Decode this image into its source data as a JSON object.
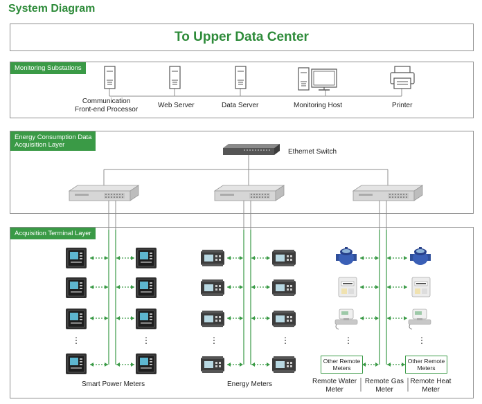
{
  "title": "System Diagram",
  "upper": {
    "label": "To Upper Data Center"
  },
  "substations": {
    "tag": "Monitoring Substations",
    "devices": [
      {
        "label": "Communication",
        "label2": "Front-end Processor"
      },
      {
        "label": "Web Server"
      },
      {
        "label": "Data Server"
      },
      {
        "label": "Monitoring Host"
      },
      {
        "label": "Printer"
      }
    ]
  },
  "acquisition": {
    "tag": "Energy Consumption Data",
    "tag2": "Acquisition Layer",
    "switch_label": "Ethernet Switch"
  },
  "terminal": {
    "tag": "Acquisition Terminal Layer",
    "groups": [
      {
        "label": "Smart Power Meters"
      },
      {
        "label": "Energy Meters"
      }
    ],
    "other_meters": [
      {
        "line1": "Other Remote",
        "line2": "Meters"
      },
      {
        "line1": "Other Remote",
        "line2": "Meters"
      }
    ],
    "remote_labels": [
      {
        "line1": "Remote Water",
        "line2": "Meter"
      },
      {
        "line1": "Remote Gas",
        "line2": "Meter"
      },
      {
        "line1": "Remote Heat",
        "line2": "Meter"
      }
    ],
    "ellipsis": "⋮"
  },
  "colors": {
    "accent": "#3a9a46",
    "title": "#2e8b3a",
    "border": "#8c8c8c"
  }
}
